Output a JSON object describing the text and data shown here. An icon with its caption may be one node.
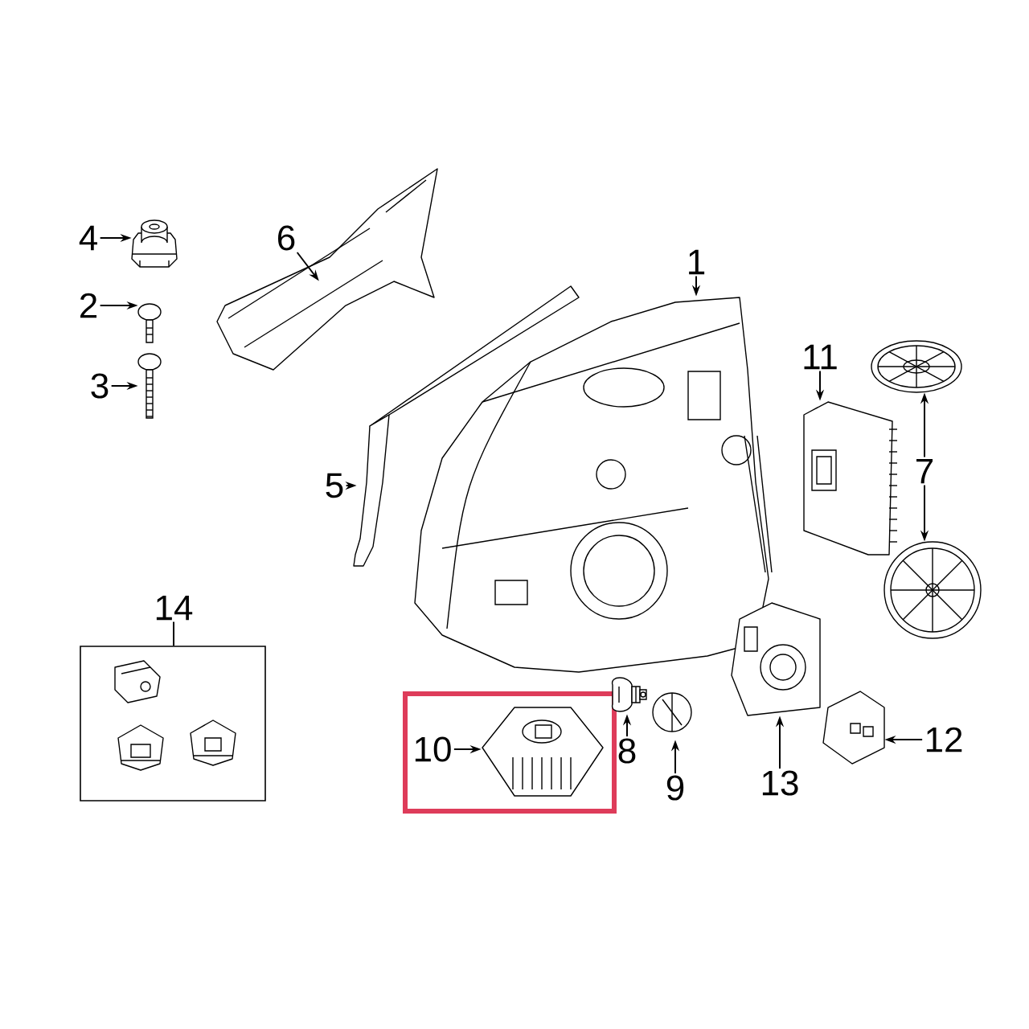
{
  "diagram": {
    "nodes": [
      {
        "text": [
          "4"
        ]
      },
      {
        "text": [],
        "shape": "picture"
      },
      {
        "text": [
          "6"
        ]
      },
      {
        "text": [],
        "shape": "picture"
      },
      {
        "text": [
          "2"
        ]
      },
      {
        "text": [],
        "shape": "picture"
      },
      {
        "text": [
          "1"
        ]
      },
      {
        "text": [],
        "shape": "picture"
      },
      {
        "text": [
          "3"
        ]
      },
      {
        "text": [],
        "shape": "picture"
      },
      {
        "text": [
          "11"
        ]
      },
      {
        "text": [],
        "shape": "picture"
      },
      {
        "text": [
          "7"
        ]
      },
      {
        "text": [],
        "shape": "picture"
      },
      {
        "text": [],
        "shape": "picture"
      },
      {
        "text": [
          "5"
        ]
      },
      {
        "text": [],
        "shape": "picture"
      },
      {
        "text": [
          "14"
        ]
      },
      {
        "text": [],
        "shape": "box"
      },
      {
        "text": [],
        "shape": "picture",
        "in": 18
      },
      {
        "text": [],
        "shape": "picture",
        "in": 18
      },
      {
        "text": [],
        "shape": "picture",
        "in": 18
      },
      {
        "text": [],
        "shape": "box"
      },
      {
        "text": [
          "10"
        ],
        "in": 22
      },
      {
        "text": [],
        "shape": "picture",
        "in": 22
      },
      {
        "text": [],
        "shape": "picture"
      },
      {
        "text": [
          "8"
        ]
      },
      {
        "text": [],
        "shape": "picture"
      },
      {
        "text": [
          "9"
        ]
      },
      {
        "text": [],
        "shape": "picture"
      },
      {
        "text": [
          "13"
        ]
      },
      {
        "text": [],
        "shape": "picture"
      },
      {
        "text": [
          "12"
        ]
      }
    ],
    "edges": [
      {
        "from": 0,
        "to": 1,
        "arrow": "to"
      },
      {
        "from": 2,
        "to": 3,
        "arrow": "to"
      },
      {
        "from": 4,
        "to": 5,
        "arrow": "to"
      },
      {
        "from": 6,
        "to": 7,
        "arrow": "to"
      },
      {
        "from": 8,
        "to": 9,
        "arrow": "to"
      },
      {
        "from": 10,
        "to": 11,
        "arrow": "to"
      },
      {
        "from": 12,
        "to": 13,
        "arrow": "to"
      },
      {
        "from": 12,
        "to": 14,
        "arrow": "to"
      },
      {
        "from": 15,
        "to": 16,
        "arrow": "to"
      },
      {
        "from": 17,
        "to": 18,
        "arrow": "none"
      },
      {
        "from": 23,
        "to": 24,
        "arrow": "to"
      },
      {
        "from": 26,
        "to": 25,
        "arrow": "to"
      },
      {
        "from": 28,
        "to": 27,
        "arrow": "to"
      },
      {
        "from": 30,
        "to": 29,
        "arrow": "to"
      },
      {
        "from": 32,
        "to": 31,
        "arrow": "to"
      }
    ]
  }
}
